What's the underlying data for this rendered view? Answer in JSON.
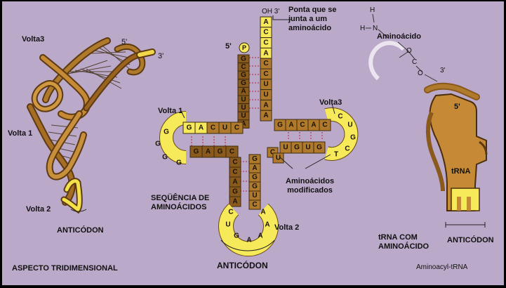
{
  "labels": {
    "volta3_left": "Volta3",
    "five_prime_left": "5'",
    "three_prime_left": "3'",
    "volta1_left": "Volta 1",
    "volta2_left": "Volta 2",
    "anticodon_left": "ANTICÓDON",
    "aspecto": "ASPECTO TRIDIMENSIONAL",
    "oh3": "OH 3'",
    "ponta": [
      "Ponta que se",
      "junta a um",
      "aminoácido"
    ],
    "five_prime_center": "5'",
    "p_marker": "P",
    "volta1_center": "Volta 1",
    "volta3_center": "Volta3",
    "volta2_center": "Volta 2",
    "sequencia": [
      "SEQÜÊNCIA DE",
      "AMINOÁCIDOS"
    ],
    "aminoacidos_mod": [
      "Aminoácidos",
      "modificados"
    ],
    "anticodon_center": "ANTICÓDON",
    "h_top": "H",
    "h_left": "H",
    "n": "N",
    "aminoacido": "Aminoácido",
    "c": "C",
    "o": "O",
    "o_ring": "O",
    "three_prime_right": "3'",
    "five_prime_right": "5'",
    "trna": "tRNA",
    "trna_com": [
      "tRNA COM",
      "AMINOÁCIDO"
    ],
    "anticodon_right": "ANTICÓDON",
    "aminoacyl": "Aminoacyl-tRNA"
  },
  "sequences": {
    "acceptor_3prime": [
      "A",
      "C",
      "C",
      "A",
      "C",
      "C",
      "U",
      "U",
      "A",
      "A"
    ],
    "acceptor_5prime": [
      "G",
      "C",
      "G",
      "G",
      "A",
      "U",
      "U",
      "U",
      "A"
    ],
    "d_arm_top": [
      "G",
      "A",
      "C",
      "U",
      "C"
    ],
    "d_arm_bottom": [
      "G",
      "A",
      "G",
      "C"
    ],
    "d_loop": [
      "G",
      "G",
      "G",
      "G"
    ],
    "t_arm_top": [
      "G",
      "A",
      "C",
      "A",
      "C"
    ],
    "t_arm_bottom": [
      "U",
      "G",
      "U",
      "G"
    ],
    "t_loop": [
      "C",
      "U",
      "G",
      "C",
      "T"
    ],
    "anticodon_stem_left": [
      "C",
      "C",
      "A",
      "G",
      "A"
    ],
    "anticodon_stem_right": [
      "G",
      "A",
      "G",
      "G",
      "U",
      "C"
    ],
    "cu_variable": [
      "C",
      "U"
    ],
    "anticodon_loop": [
      "C",
      "U",
      "G",
      "A",
      "A",
      "A",
      "A"
    ]
  }
}
